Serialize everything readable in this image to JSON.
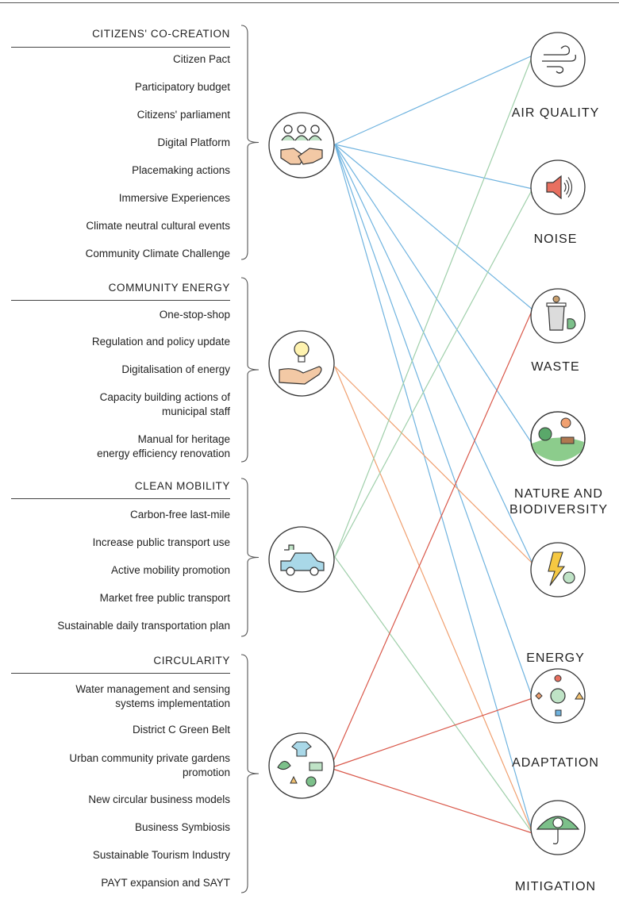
{
  "groups": [
    {
      "heading": "CITIZENS' CO-CREATION",
      "icon": "handshake-people-icon",
      "items": [
        "Citizen Pact",
        "Participatory budget",
        "Citizens' parliament",
        "Digital Platform",
        "Placemaking actions",
        "Immersive Experiences",
        "Climate neutral cultural events",
        "Community Climate Challenge"
      ]
    },
    {
      "heading": "COMMUNITY ENERGY",
      "icon": "lightbulb-hand-icon",
      "items": [
        "One-stop-shop",
        "Regulation and policy update",
        "Digitalisation of energy",
        "Capacity building actions of\nmunicipal staff",
        "Manual for heritage\nenergy efficiency renovation"
      ]
    },
    {
      "heading": "CLEAN MOBILITY",
      "icon": "electric-car-icon",
      "items": [
        "Carbon-free last-mile",
        "Increase public transport use",
        "Active mobility promotion",
        "Market free public transport",
        "Sustainable daily transportation plan"
      ]
    },
    {
      "heading": "CIRCULARITY",
      "icon": "circular-economy-icon",
      "items": [
        "Water management and sensing\nsystems implementation",
        "District C Green Belt",
        "Urban community private gardens\npromotion",
        "New circular business models",
        "Business Symbiosis",
        "Sustainable Tourism Industry",
        "PAYT expansion and SAYT"
      ]
    }
  ],
  "outcomes": [
    {
      "label": "AIR QUALITY",
      "icon": "wind-icon"
    },
    {
      "label": "NOISE",
      "icon": "speaker-icon"
    },
    {
      "label": "WASTE",
      "icon": "trash-bin-icon"
    },
    {
      "label": "NATURE AND\nBIODIVERSITY",
      "icon": "landscape-deer-icon"
    },
    {
      "label": "ENERGY",
      "icon": "lightning-gear-icon"
    },
    {
      "label": "ADAPTATION",
      "icon": "gear-shapes-icon"
    },
    {
      "label": "MITIGATION",
      "icon": "umbrella-gear-icon"
    }
  ],
  "links": [
    {
      "from": 0,
      "to": 0,
      "color": "#6fb3df"
    },
    {
      "from": 0,
      "to": 1,
      "color": "#6fb3df"
    },
    {
      "from": 0,
      "to": 2,
      "color": "#6fb3df"
    },
    {
      "from": 0,
      "to": 3,
      "color": "#6fb3df"
    },
    {
      "from": 0,
      "to": 4,
      "color": "#6fb3df"
    },
    {
      "from": 0,
      "to": 5,
      "color": "#6fb3df"
    },
    {
      "from": 0,
      "to": 6,
      "color": "#6fb3df"
    },
    {
      "from": 1,
      "to": 4,
      "color": "#f0a070"
    },
    {
      "from": 1,
      "to": 6,
      "color": "#f0a070"
    },
    {
      "from": 2,
      "to": 0,
      "color": "#9fcfaa"
    },
    {
      "from": 2,
      "to": 1,
      "color": "#9fcfaa"
    },
    {
      "from": 2,
      "to": 6,
      "color": "#9fcfaa"
    },
    {
      "from": 3,
      "to": 2,
      "color": "#d9584a"
    },
    {
      "from": 3,
      "to": 5,
      "color": "#d9584a"
    },
    {
      "from": 3,
      "to": 6,
      "color": "#d9584a"
    }
  ]
}
